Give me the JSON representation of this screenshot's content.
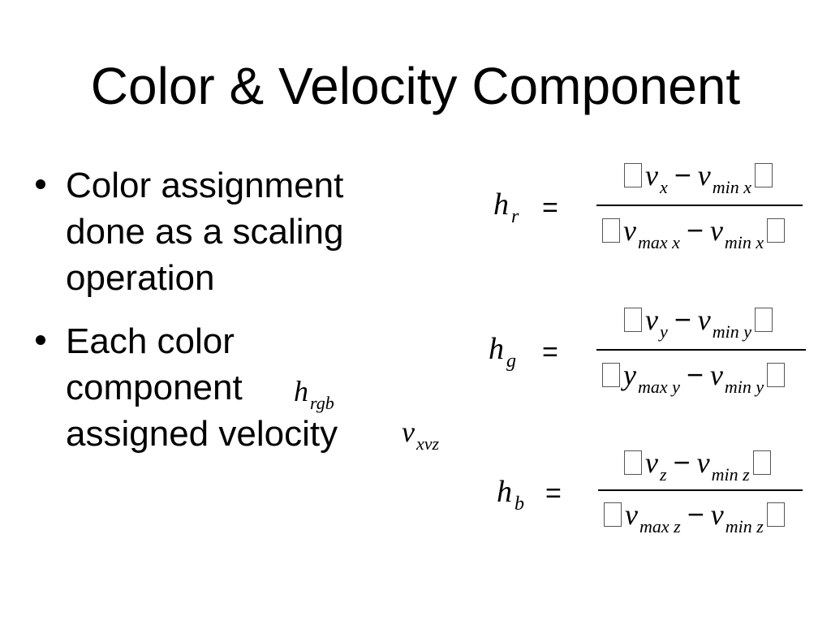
{
  "slide": {
    "title": "Color & Velocity Component",
    "bullets": [
      {
        "lines": [
          "Color assignment",
          "done as a scaling",
          "operation"
        ]
      },
      {
        "lines": [
          "Each color",
          "component",
          "assigned velocity"
        ]
      }
    ],
    "inline_symbols": {
      "h_rgb": {
        "base": "h",
        "sub": "rgb"
      },
      "v_xvz": {
        "base": "v",
        "sub": "xvz"
      }
    }
  },
  "equations": [
    {
      "lhs": {
        "base": "h",
        "sub": "r"
      },
      "equals": "=",
      "numerator": {
        "a_base": "v",
        "a_sub": "x",
        "minus": "−",
        "b_base": "v",
        "b_sub": "min x"
      },
      "denominator": {
        "a_base": "v",
        "a_sub": "max x",
        "minus": "−",
        "b_base": "v",
        "b_sub": "min x"
      }
    },
    {
      "lhs": {
        "base": "h",
        "sub": "g"
      },
      "equals": "=",
      "numerator": {
        "a_base": "v",
        "a_sub": "y",
        "minus": "−",
        "b_base": "v",
        "b_sub": "min y"
      },
      "denominator": {
        "a_base": "y",
        "a_sub": "max y",
        "minus": "−",
        "b_base": "v",
        "b_sub": "min y"
      }
    },
    {
      "lhs": {
        "base": "h",
        "sub": "b"
      },
      "equals": "=",
      "numerator": {
        "a_base": "v",
        "a_sub": "z",
        "minus": "−",
        "b_base": "v",
        "b_sub": "min z"
      },
      "denominator": {
        "a_base": "v",
        "a_sub": "max z",
        "minus": "−",
        "b_base": "v",
        "b_sub": "min z"
      }
    }
  ]
}
